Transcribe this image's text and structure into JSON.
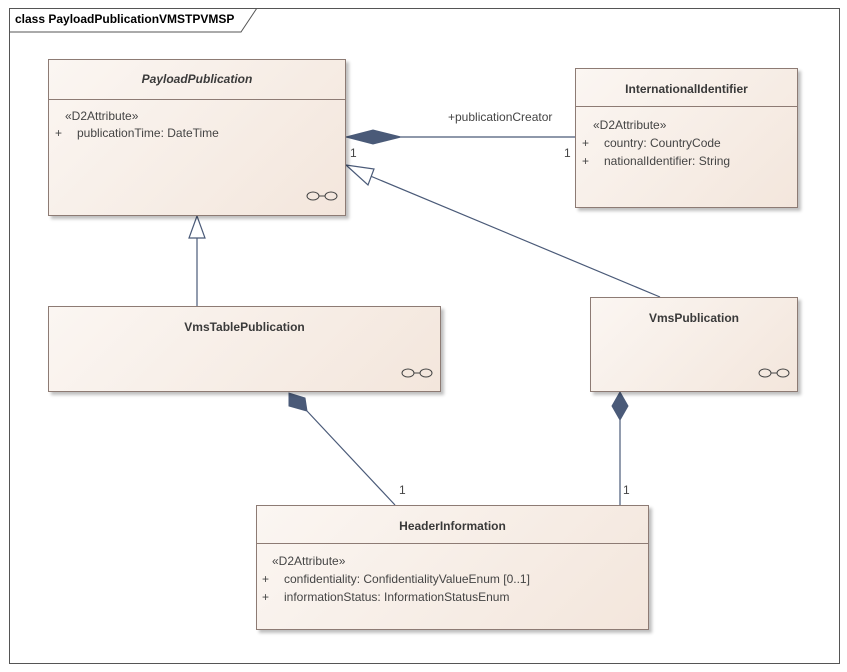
{
  "frame": {
    "title": "class PayloadPublicationVMSTPVMSP"
  },
  "classes": {
    "payload_publication": {
      "name": "PayloadPublication",
      "stereotype": "«D2Attribute»",
      "attributes": [
        {
          "visibility": "+",
          "text": "publicationTime: DateTime"
        }
      ]
    },
    "international_identifier": {
      "name": "InternationalIdentifier",
      "stereotype": "«D2Attribute»",
      "attributes": [
        {
          "visibility": "+",
          "text": "country: CountryCode"
        },
        {
          "visibility": "+",
          "text": "nationalIdentifier: String"
        }
      ]
    },
    "vms_table_publication": {
      "name": "VmsTablePublication"
    },
    "vms_publication": {
      "name": "VmsPublication"
    },
    "header_information": {
      "name": "HeaderInformation",
      "stereotype": "«D2Attribute»",
      "attributes": [
        {
          "visibility": "+",
          "text": "confidentiality: ConfidentialityValueEnum [0..1]"
        },
        {
          "visibility": "+",
          "text": "informationStatus: InformationStatusEnum"
        }
      ]
    }
  },
  "associations": {
    "publication_creator": {
      "role": "+publicationCreator",
      "source_mult": "1",
      "target_mult": "1"
    },
    "vms_table_header": {
      "target_mult": "1"
    },
    "vms_header": {
      "target_mult": "1"
    }
  },
  "colors": {
    "line": "#4a5a78",
    "border": "#8d7b74",
    "fill_light": "#fbf6f2",
    "fill_dark": "#f3e6dc"
  }
}
